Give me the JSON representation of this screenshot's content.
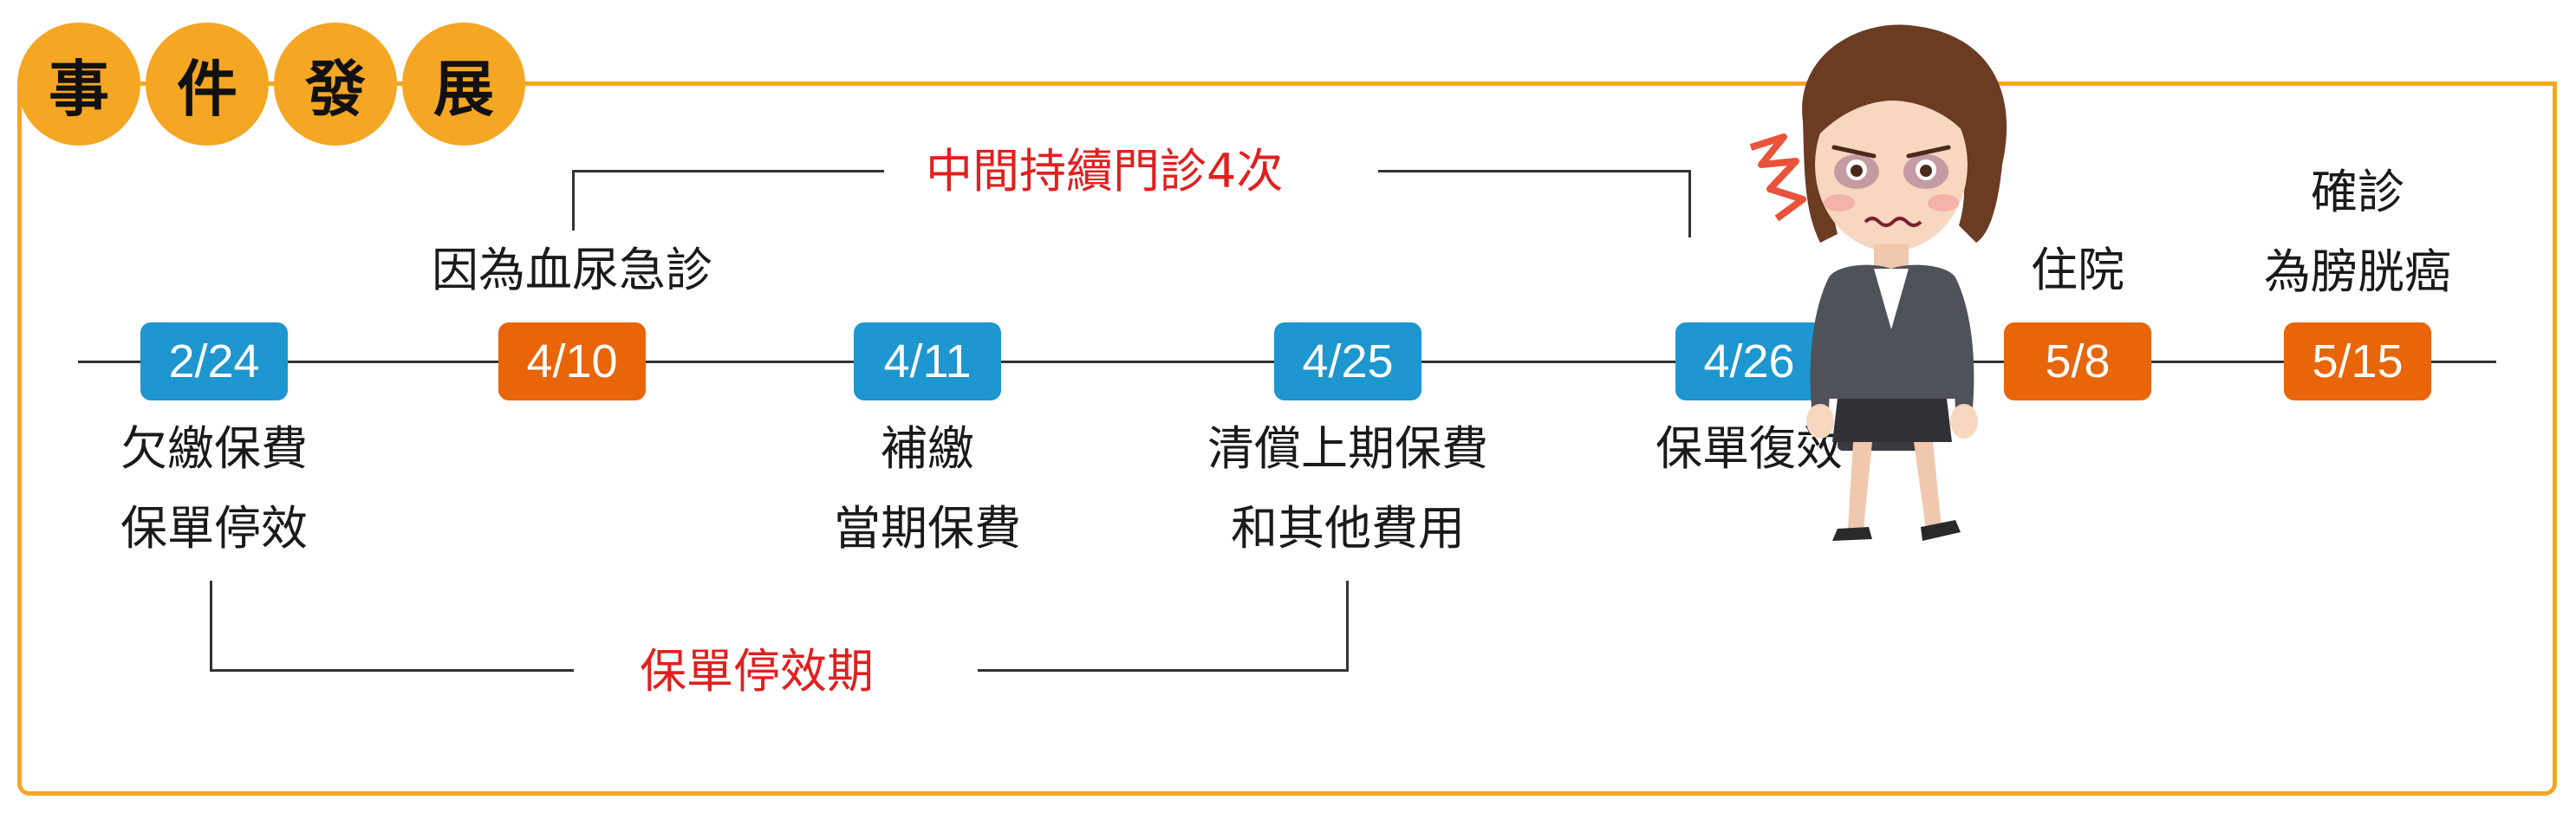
{
  "title": {
    "chars": [
      "事",
      "件",
      "發",
      "展"
    ]
  },
  "colors": {
    "frame": "#f5a623",
    "blue": "#1e96cf",
    "orange": "#e8650a",
    "red_text": "#e02020"
  },
  "events": [
    {
      "date": "2/24",
      "color": "blue",
      "below": [
        "欠繳保費",
        "保單停效"
      ],
      "above": []
    },
    {
      "date": "4/10",
      "color": "orange",
      "below": [],
      "above": [
        "因為血尿急診"
      ]
    },
    {
      "date": "4/11",
      "color": "blue",
      "below": [
        "補繳",
        "當期保費"
      ],
      "above": []
    },
    {
      "date": "4/25",
      "color": "blue",
      "below": [
        "清償上期保費",
        "和其他費用"
      ],
      "above": []
    },
    {
      "date": "4/26",
      "color": "blue",
      "below": [
        "保單復效"
      ],
      "above": []
    },
    {
      "date": "5/8",
      "color": "orange",
      "below": [],
      "above": [
        "住院"
      ]
    },
    {
      "date": "5/15",
      "color": "orange",
      "below": [],
      "above": [
        "確診",
        "為膀胱癌"
      ]
    }
  ],
  "brackets": {
    "top_label": "中間持續門診4次",
    "bottom_label": "保單停效期"
  },
  "illustration": {
    "icon": "sick-woman-illustration"
  }
}
